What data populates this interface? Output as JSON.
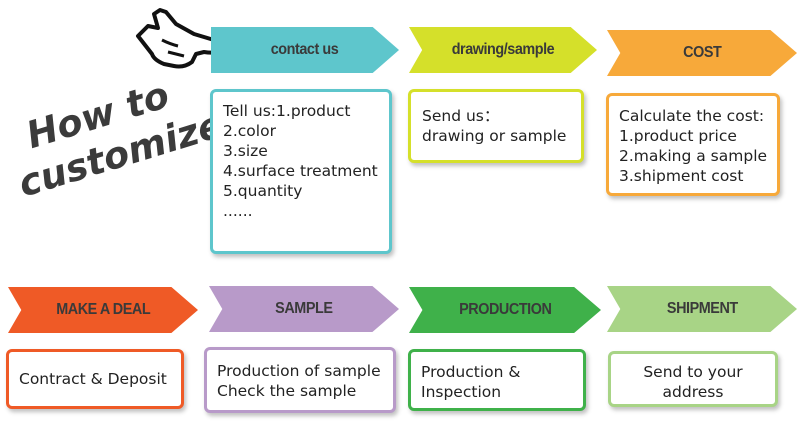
{
  "headline": {
    "line1": "How to",
    "line2": "customize?"
  },
  "icons": {
    "hand": "pointing-hand-icon"
  },
  "colors": {
    "contact": "#5ec6cc",
    "drawing": "#d5e02a",
    "cost": "#f7a93a",
    "deal": "#ef5a26",
    "sample": "#b89ac9",
    "production": "#3fb14a",
    "shipment": "#a8d486"
  },
  "steps": {
    "contact": {
      "title": "contact us",
      "lines": [
        "Tell us:1.product",
        "2.color",
        "3.size",
        "4.surface treatment",
        "5.quantity",
        "......"
      ]
    },
    "drawing": {
      "title": "drawing/sample",
      "lines": [
        "Send us：",
        "drawing or sample"
      ]
    },
    "cost": {
      "title": "COST",
      "lines": [
        "Calculate the cost:",
        "1.product price",
        "2.making a sample",
        "3.shipment cost"
      ]
    },
    "deal": {
      "title": "MAKE A DEAL",
      "lines": [
        "Contract & Deposit"
      ]
    },
    "sample": {
      "title": "SAMPLE",
      "lines": [
        "Production of sample",
        "Check the sample"
      ]
    },
    "production": {
      "title": "PRODUCTION",
      "lines": [
        "Production &",
        "Inspection"
      ]
    },
    "shipment": {
      "title": "SHIPMENT",
      "lines": [
        "Send to your",
        "address"
      ]
    }
  }
}
